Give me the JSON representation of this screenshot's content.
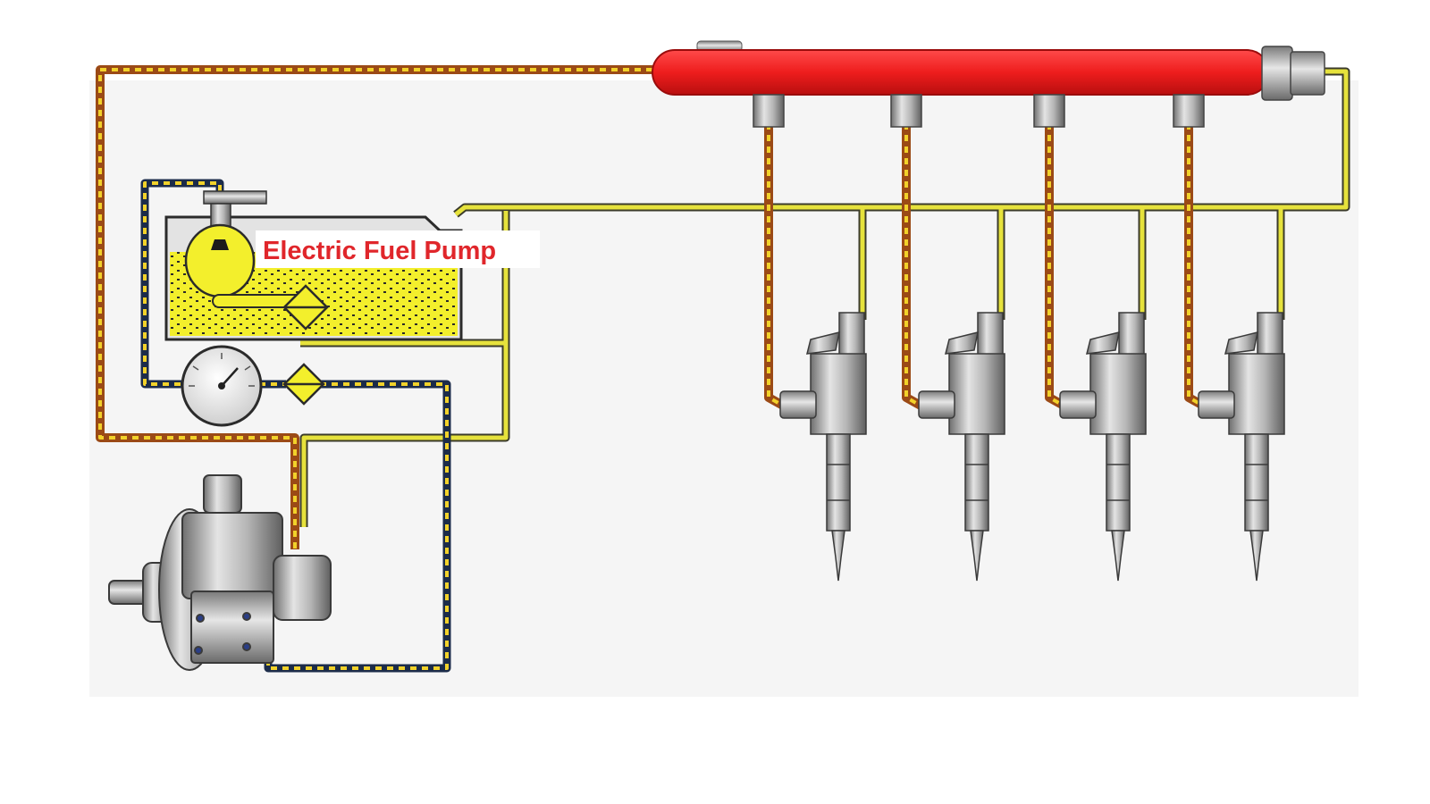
{
  "diagram": {
    "labels": {
      "electric_fuel_pump": "Electric Fuel Pump"
    },
    "components": {
      "common_rail": "common-rail",
      "pressure_sensor": "rail-pressure-sensor",
      "fuel_tank": "fuel-tank",
      "electric_fuel_pump": "electric-fuel-pump",
      "fuel_filter": "fuel-filter",
      "pressure_gauge": "pressure-gauge",
      "high_pressure_pump": "high-pressure-pump",
      "injectors": [
        "injector-1",
        "injector-2",
        "injector-3",
        "injector-4"
      ]
    },
    "legend_colors": {
      "high_pressure_line": "#c0631e",
      "high_pressure_dash": "#f2d22a",
      "return_line": "#d9d53c",
      "supply_line": "#1c2c4a",
      "rail": "#ee1d1d",
      "fuel": "#f3ef2c",
      "metal": "#b3b3b3",
      "label_text": "#e0262b"
    }
  }
}
